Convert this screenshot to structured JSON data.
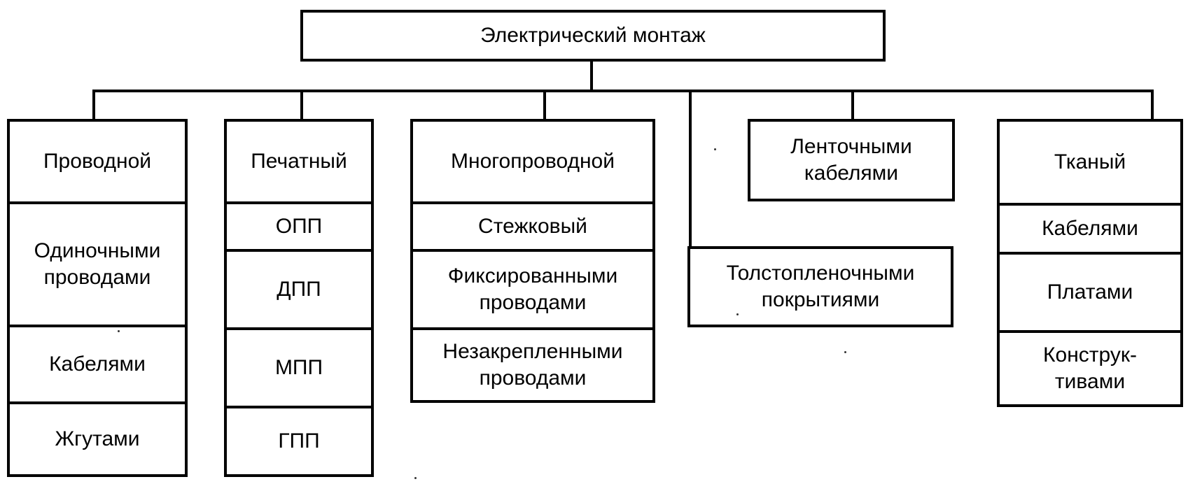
{
  "root": {
    "label": "Электрический монтаж"
  },
  "columns": {
    "wire": {
      "title": "Проводной",
      "items": [
        "Одиночными\nпроводами",
        "Кабелями",
        "Жгутами"
      ]
    },
    "printed": {
      "title": "Печатный",
      "items": [
        "ОПП",
        "ДПП",
        "МПП",
        "ГПП"
      ]
    },
    "multiwire": {
      "title": "Многопроводной",
      "items": [
        "Стежковый",
        "Фиксированными\nпроводами",
        "Незакрепленными\nпроводами"
      ]
    },
    "ribbon": {
      "title": "Ленточными\nкабелями"
    },
    "thickfilm": {
      "title": "Толстопленочными\nпокрытиями"
    },
    "woven": {
      "title": "Тканый",
      "items": [
        "Кабелями",
        "Платами",
        "Конструк-\nтивами"
      ]
    }
  }
}
